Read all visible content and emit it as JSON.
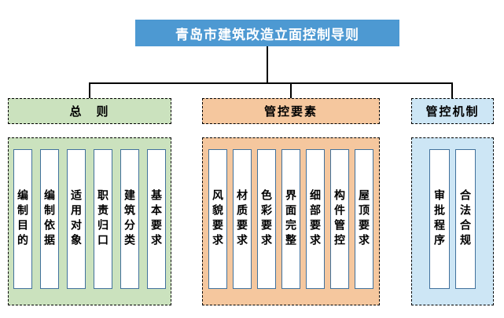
{
  "title": "青岛市建筑改造立面控制导则",
  "groups": [
    {
      "label": "总　则",
      "items": [
        "编制目的",
        "编制依据",
        "适用对象",
        "职责归口",
        "建筑分类",
        "基本要求"
      ]
    },
    {
      "label": "管控要素",
      "items": [
        "风貌要求",
        "材质要求",
        "色彩要求",
        "界面完整",
        "细部要求",
        "构件管控",
        "屋顶要求"
      ]
    },
    {
      "label": "管控机制",
      "items": [
        "审批程序",
        "合法合规"
      ]
    }
  ],
  "colors": {
    "title_bg": "#4d99d2",
    "title_text": "#ffffff",
    "group1_bg": "#cbe2be",
    "group2_bg": "#f5c79e",
    "group3_bg": "#cde6f5",
    "item_border": "#41719c",
    "dashed_border": "#000000",
    "connector": "#000000"
  }
}
